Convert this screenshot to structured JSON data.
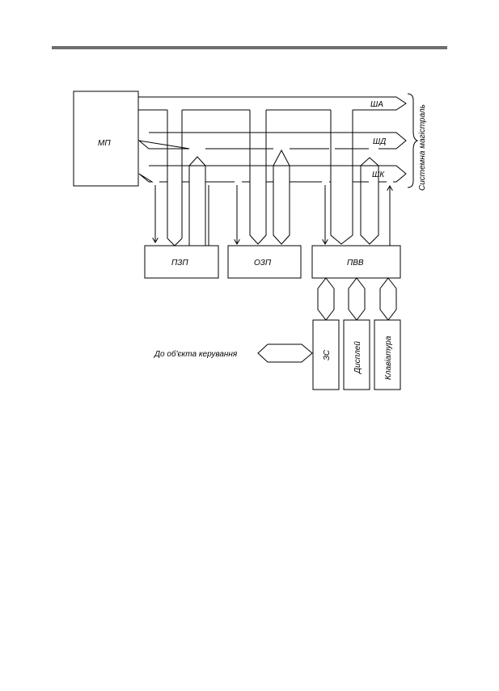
{
  "blocks": {
    "mp": "МП",
    "pzp": "ПЗП",
    "ozp": "ОЗП",
    "pvv": "ПВВ",
    "zs": "ЗС",
    "display": "Дисплей",
    "keyboard": "Клавіатура"
  },
  "buses": {
    "address": "ША",
    "data": "ШД",
    "control": "ШК"
  },
  "system_bus_label": "Системна магістраль",
  "target_label": "До об'єкта керування"
}
